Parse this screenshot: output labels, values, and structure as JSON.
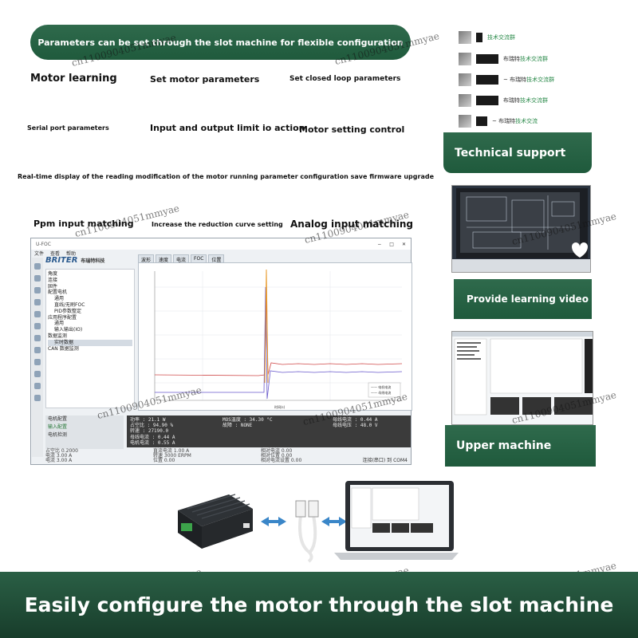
{
  "banner": {
    "text": "Parameters can be set through the slot machine for flexible configuration"
  },
  "features": {
    "motor_learning": "Motor learning",
    "set_motor_parameters": "Set motor parameters",
    "set_closed_loop": "Set closed loop parameters",
    "serial_port": "Serial port parameters",
    "io_limit": "Input and output limit io action",
    "motor_setting": "Motor setting control",
    "realtime": "Real-time display of the reading modification of the motor running parameter configuration save firmware upgrade",
    "ppm_input": "Ppm input matching",
    "reduction_curve": "Increase the reduction curve setting",
    "analog_input": "Analog input matching"
  },
  "watermark": "cn1100904051mmyae",
  "right": {
    "qq_groups": [
      {
        "prefix": "",
        "text": "技术交流群"
      },
      {
        "prefix": "布瑞特",
        "text": "技术交流群"
      },
      {
        "prefix": "~ 布瑞特",
        "text": "技术交流群"
      },
      {
        "prefix": "布瑞特",
        "text": "技术交流群"
      },
      {
        "prefix": "~ 布瑞特",
        "text": "技术交流"
      }
    ],
    "technical_support": "Technical support",
    "learning_video": "Provide learning video",
    "upper_machine": "Upper machine"
  },
  "app": {
    "window_title": "U-FOC",
    "menu": [
      "文件",
      "查看",
      "帮助"
    ],
    "brand": "BRITER",
    "brand_cn": "布瑞特科技",
    "tabs": [
      "波形",
      "速度",
      "电流",
      "FOC",
      "位置"
    ],
    "tree": [
      "角度",
      "连接",
      "固件",
      "配置电机",
      "通用",
      "直线/无刷FOC",
      "PID参数整定",
      "应用程序配置",
      "通用",
      "输入输出(IO)",
      "数据监测",
      "实时数据",
      "CAN 数据监测"
    ],
    "tree_selected_index": 11,
    "plot_legend": [
      "—— 电机电流",
      "—— 母线电流"
    ],
    "plot_xlabel": "时间(s)",
    "readout_left": [
      "功率   : 21.1 W",
      "占空比 : 94.90 %",
      "转速   : 27190.0",
      "母线电流 : 0.44 A",
      "电机电流 : 0.55 A"
    ],
    "readout_mid": [
      "MOS温度 : 34.30 °C",
      "故障    : NONE"
    ],
    "readout_right": [
      "母线电流 : 0.44 A",
      "母线电压 : 48.0 V"
    ],
    "side_box": [
      "电机配置",
      "输入配置",
      "电机检测"
    ],
    "bottom_stats": [
      "占空比 0.2000",
      "电流 3.00 A",
      "电流 3.00 A",
      "直流电流 1.00 A",
      "转速 3000 ERPM",
      "位置 0.00",
      "相对电流 0.00",
      "相对位置 0.00",
      "相对电流设置 0.00"
    ],
    "status": "连接(串口) 到 COM4"
  },
  "footer": {
    "text": "Easily configure the motor through the slot machine"
  },
  "colors": {
    "green": "#1f5a3c",
    "purple_trace": "#6a5acd",
    "red_trace": "#d04a4a",
    "orange_spike": "#e89a2a"
  }
}
